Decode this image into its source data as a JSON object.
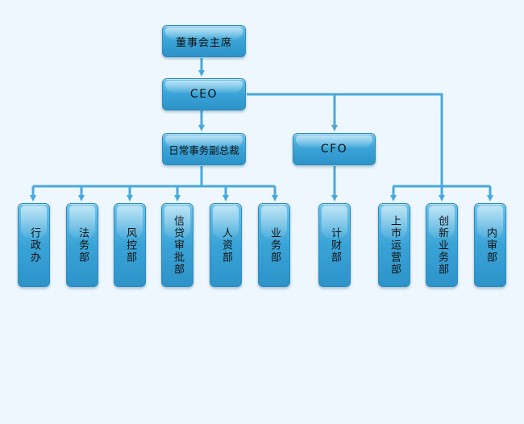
{
  "nodes": {
    "chairman": "董事会主席",
    "ceo": "CEO",
    "vp": "日常事务副总裁",
    "cfo": "CFO",
    "admin": "行政办",
    "legal": "法务部",
    "risk": "风控部",
    "credit": "信贷审批部",
    "hr": "人资部",
    "business": "业务部",
    "finance": "计财部",
    "listing": "上市运营部",
    "innovation": "创新业务部",
    "audit": "内审部"
  },
  "colors": {
    "background": "#eef7fd",
    "box": "#3aa3d6",
    "connector": "#4aa8da"
  }
}
